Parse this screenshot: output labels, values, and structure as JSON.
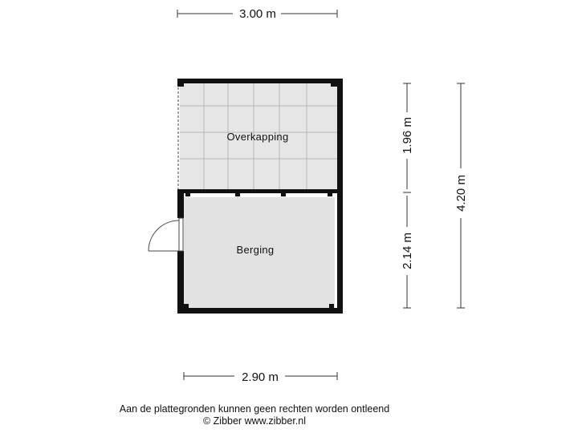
{
  "dimensions": {
    "top_width": "3.00 m",
    "bottom_width": "2.90 m",
    "right_upper": "1.96 m",
    "right_lower": "2.14 m",
    "right_total": "4.20 m"
  },
  "rooms": [
    {
      "name": "Overkapping"
    },
    {
      "name": "Berging"
    }
  ],
  "footer": {
    "disclaimer": "Aan de plattegronden kunnen geen rechten worden ontleend",
    "copyright": "© Zibber www.zibber.nl"
  }
}
